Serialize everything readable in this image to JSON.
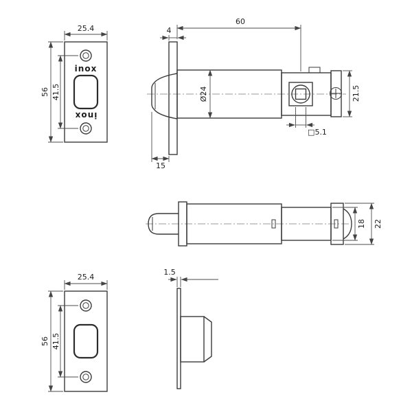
{
  "drawing": {
    "background": "#ffffff",
    "line_color": "#3a3a3a",
    "dim_color": "#4b4b4b",
    "logo": "inox",
    "faceplate_front": {
      "width": "25.4",
      "height": "56",
      "hole_spacing": "41.5"
    },
    "latch_side_view": {
      "backset": "60",
      "faceplate_thickness": "4",
      "bolt_projection": "15",
      "body_diameter": "Ø24",
      "case_height": "21.5",
      "spindle_hole": "□5.1"
    },
    "latch_top_view": {
      "case_width": "18",
      "flange_width": "22"
    },
    "faceplate_plain": {
      "width": "25.4",
      "height": "56",
      "hole_spacing": "41.5"
    },
    "faceplate_edge_view": {
      "thickness": "1.5"
    }
  }
}
